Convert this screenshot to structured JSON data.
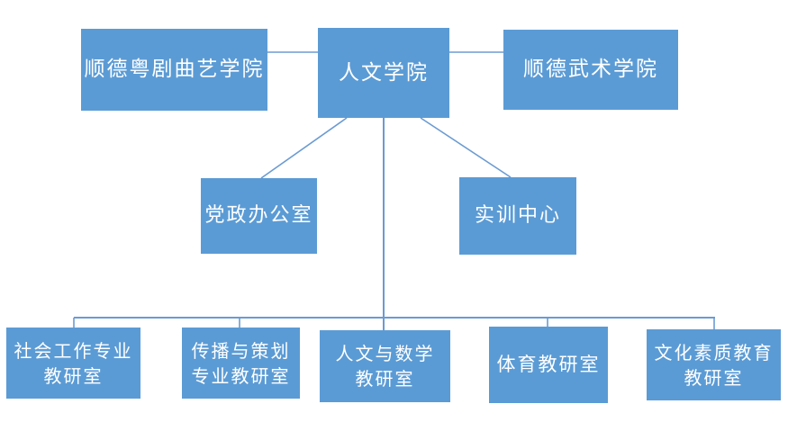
{
  "diagram": {
    "type": "org-chart",
    "root": "humanities",
    "nodes": {
      "opera": {
        "label": "顺德粤剧曲艺学院"
      },
      "humanities": {
        "label": "人文学院"
      },
      "martial": {
        "label": "顺德武术学院"
      },
      "party": {
        "label": "党政办公室"
      },
      "training": {
        "label": "实训中心"
      },
      "social": {
        "label": "社会工作专业\n教研室"
      },
      "comm": {
        "label": "传播与策划\n专业教研室"
      },
      "humath": {
        "label": "人文与数学\n教研室"
      },
      "pe": {
        "label": "体育教研室"
      },
      "culture": {
        "label": "文化素质教育\n教研室"
      }
    },
    "edges": [
      {
        "from": "humanities",
        "to": "opera"
      },
      {
        "from": "humanities",
        "to": "martial"
      },
      {
        "from": "humanities",
        "to": "party"
      },
      {
        "from": "humanities",
        "to": "training"
      },
      {
        "from": "humanities",
        "to": "social"
      },
      {
        "from": "humanities",
        "to": "comm"
      },
      {
        "from": "humanities",
        "to": "humath"
      },
      {
        "from": "humanities",
        "to": "pe"
      },
      {
        "from": "humanities",
        "to": "culture"
      }
    ],
    "colors": {
      "node_fill": "#5B9BD5",
      "node_text": "#FFFFFF",
      "connector": "#6B9BD2",
      "background": "#FFFFFF"
    }
  }
}
